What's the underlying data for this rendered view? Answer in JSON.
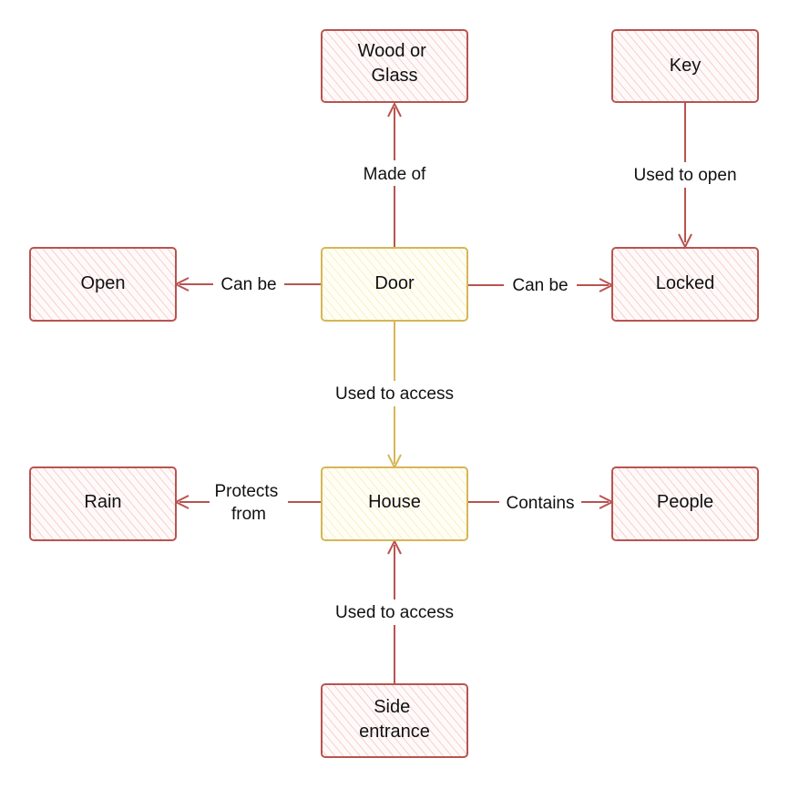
{
  "colors": {
    "red_stroke": "#b85450",
    "red_fill": "#f8cecc",
    "yellow_stroke": "#d6b656",
    "yellow_fill": "#fff2cc",
    "background": "#ffffff"
  },
  "nodes": {
    "wood": {
      "lines": [
        "Wood or",
        "Glass"
      ],
      "style": "red"
    },
    "key": {
      "lines": [
        "Key"
      ],
      "style": "red"
    },
    "open": {
      "lines": [
        "Open"
      ],
      "style": "red"
    },
    "door": {
      "lines": [
        "Door"
      ],
      "style": "yellow"
    },
    "locked": {
      "lines": [
        "Locked"
      ],
      "style": "red"
    },
    "rain": {
      "lines": [
        "Rain"
      ],
      "style": "red"
    },
    "house": {
      "lines": [
        "House"
      ],
      "style": "yellow"
    },
    "people": {
      "lines": [
        "People"
      ],
      "style": "red"
    },
    "side": {
      "lines": [
        "Side",
        "entrance"
      ],
      "style": "red"
    }
  },
  "edges": {
    "door_wood": {
      "from": "door",
      "to": "wood",
      "label": [
        "Made of"
      ],
      "style": "red"
    },
    "key_locked": {
      "from": "key",
      "to": "locked",
      "label": [
        "Used to open"
      ],
      "style": "red"
    },
    "door_open": {
      "from": "door",
      "to": "open",
      "label": [
        "Can be"
      ],
      "style": "red"
    },
    "door_locked": {
      "from": "door",
      "to": "locked",
      "label": [
        "Can be"
      ],
      "style": "red"
    },
    "door_house": {
      "from": "door",
      "to": "house",
      "label": [
        "Used to access"
      ],
      "style": "yellow"
    },
    "house_rain": {
      "from": "house",
      "to": "rain",
      "label": [
        "Protects",
        "from"
      ],
      "style": "red"
    },
    "house_people": {
      "from": "house",
      "to": "people",
      "label": [
        "Contains"
      ],
      "style": "red"
    },
    "side_house": {
      "from": "side",
      "to": "house",
      "label": [
        "Used to access"
      ],
      "style": "red"
    }
  }
}
